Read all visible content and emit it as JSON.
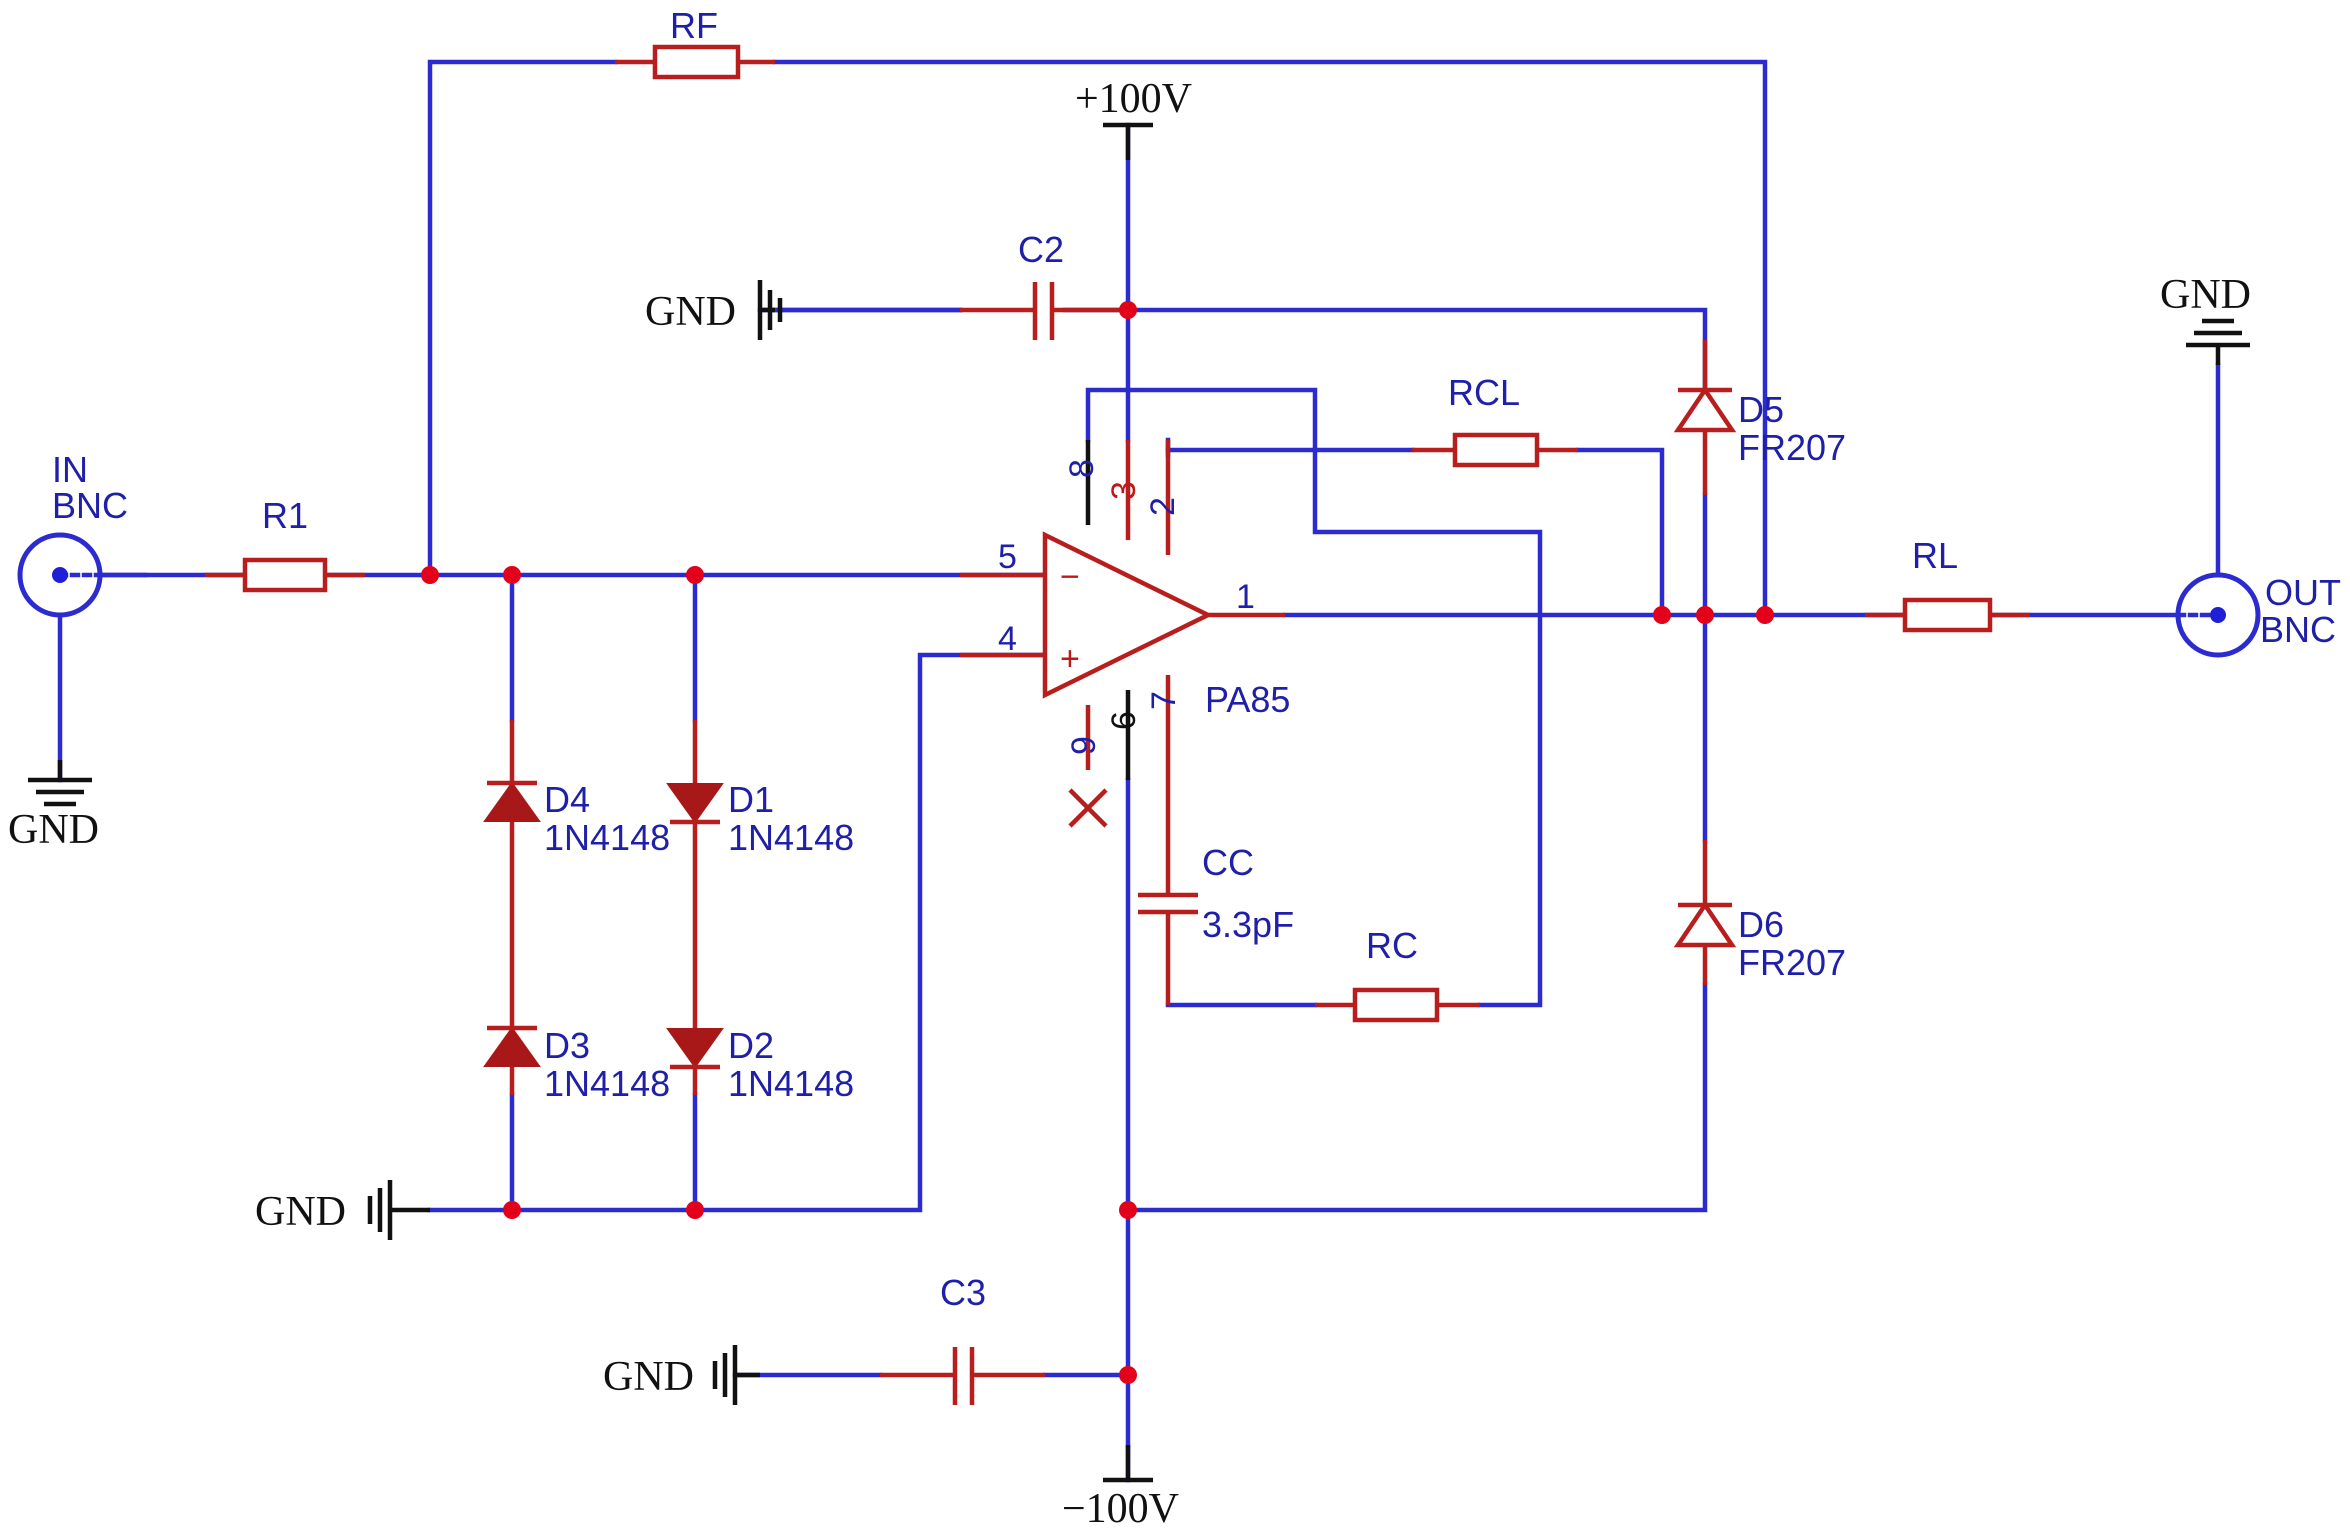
{
  "labels": {
    "rf": "RF",
    "r1": "R1",
    "rcl": "RCL",
    "rl": "RL",
    "rc": "RC",
    "c2": "C2",
    "c3": "C3",
    "cc": "CC",
    "cc_value": "3.3pF",
    "d1": "D1",
    "d1_part": "1N4148",
    "d2": "D2",
    "d2_part": "1N4148",
    "d3": "D3",
    "d3_part": "1N4148",
    "d4": "D4",
    "d4_part": "1N4148",
    "d5": "D5",
    "d5_part": "FR207",
    "d6": "D6",
    "d6_part": "FR207",
    "opamp": "PA85",
    "in_line1": "IN",
    "in_line2": "BNC",
    "out_line1": "OUT",
    "out_line2": "BNC"
  },
  "nets": {
    "vpos": "+100V",
    "vneg": "−100V",
    "gnd_in": "GND",
    "gnd_c2": "GND",
    "gnd_diodes": "GND",
    "gnd_c3": "GND",
    "gnd_out": "GND"
  },
  "pins": {
    "p1": "1",
    "p2": "2",
    "p3": "3",
    "p4": "4",
    "p5": "5",
    "p6": "6",
    "p7": "7",
    "p8": "8",
    "p9": "9",
    "minus": "−",
    "plus": "+"
  },
  "colors": {
    "wire": "#2b2bd0",
    "part": "#b81e1e",
    "junction": "#e3001b",
    "text": "#1f1fa8"
  }
}
